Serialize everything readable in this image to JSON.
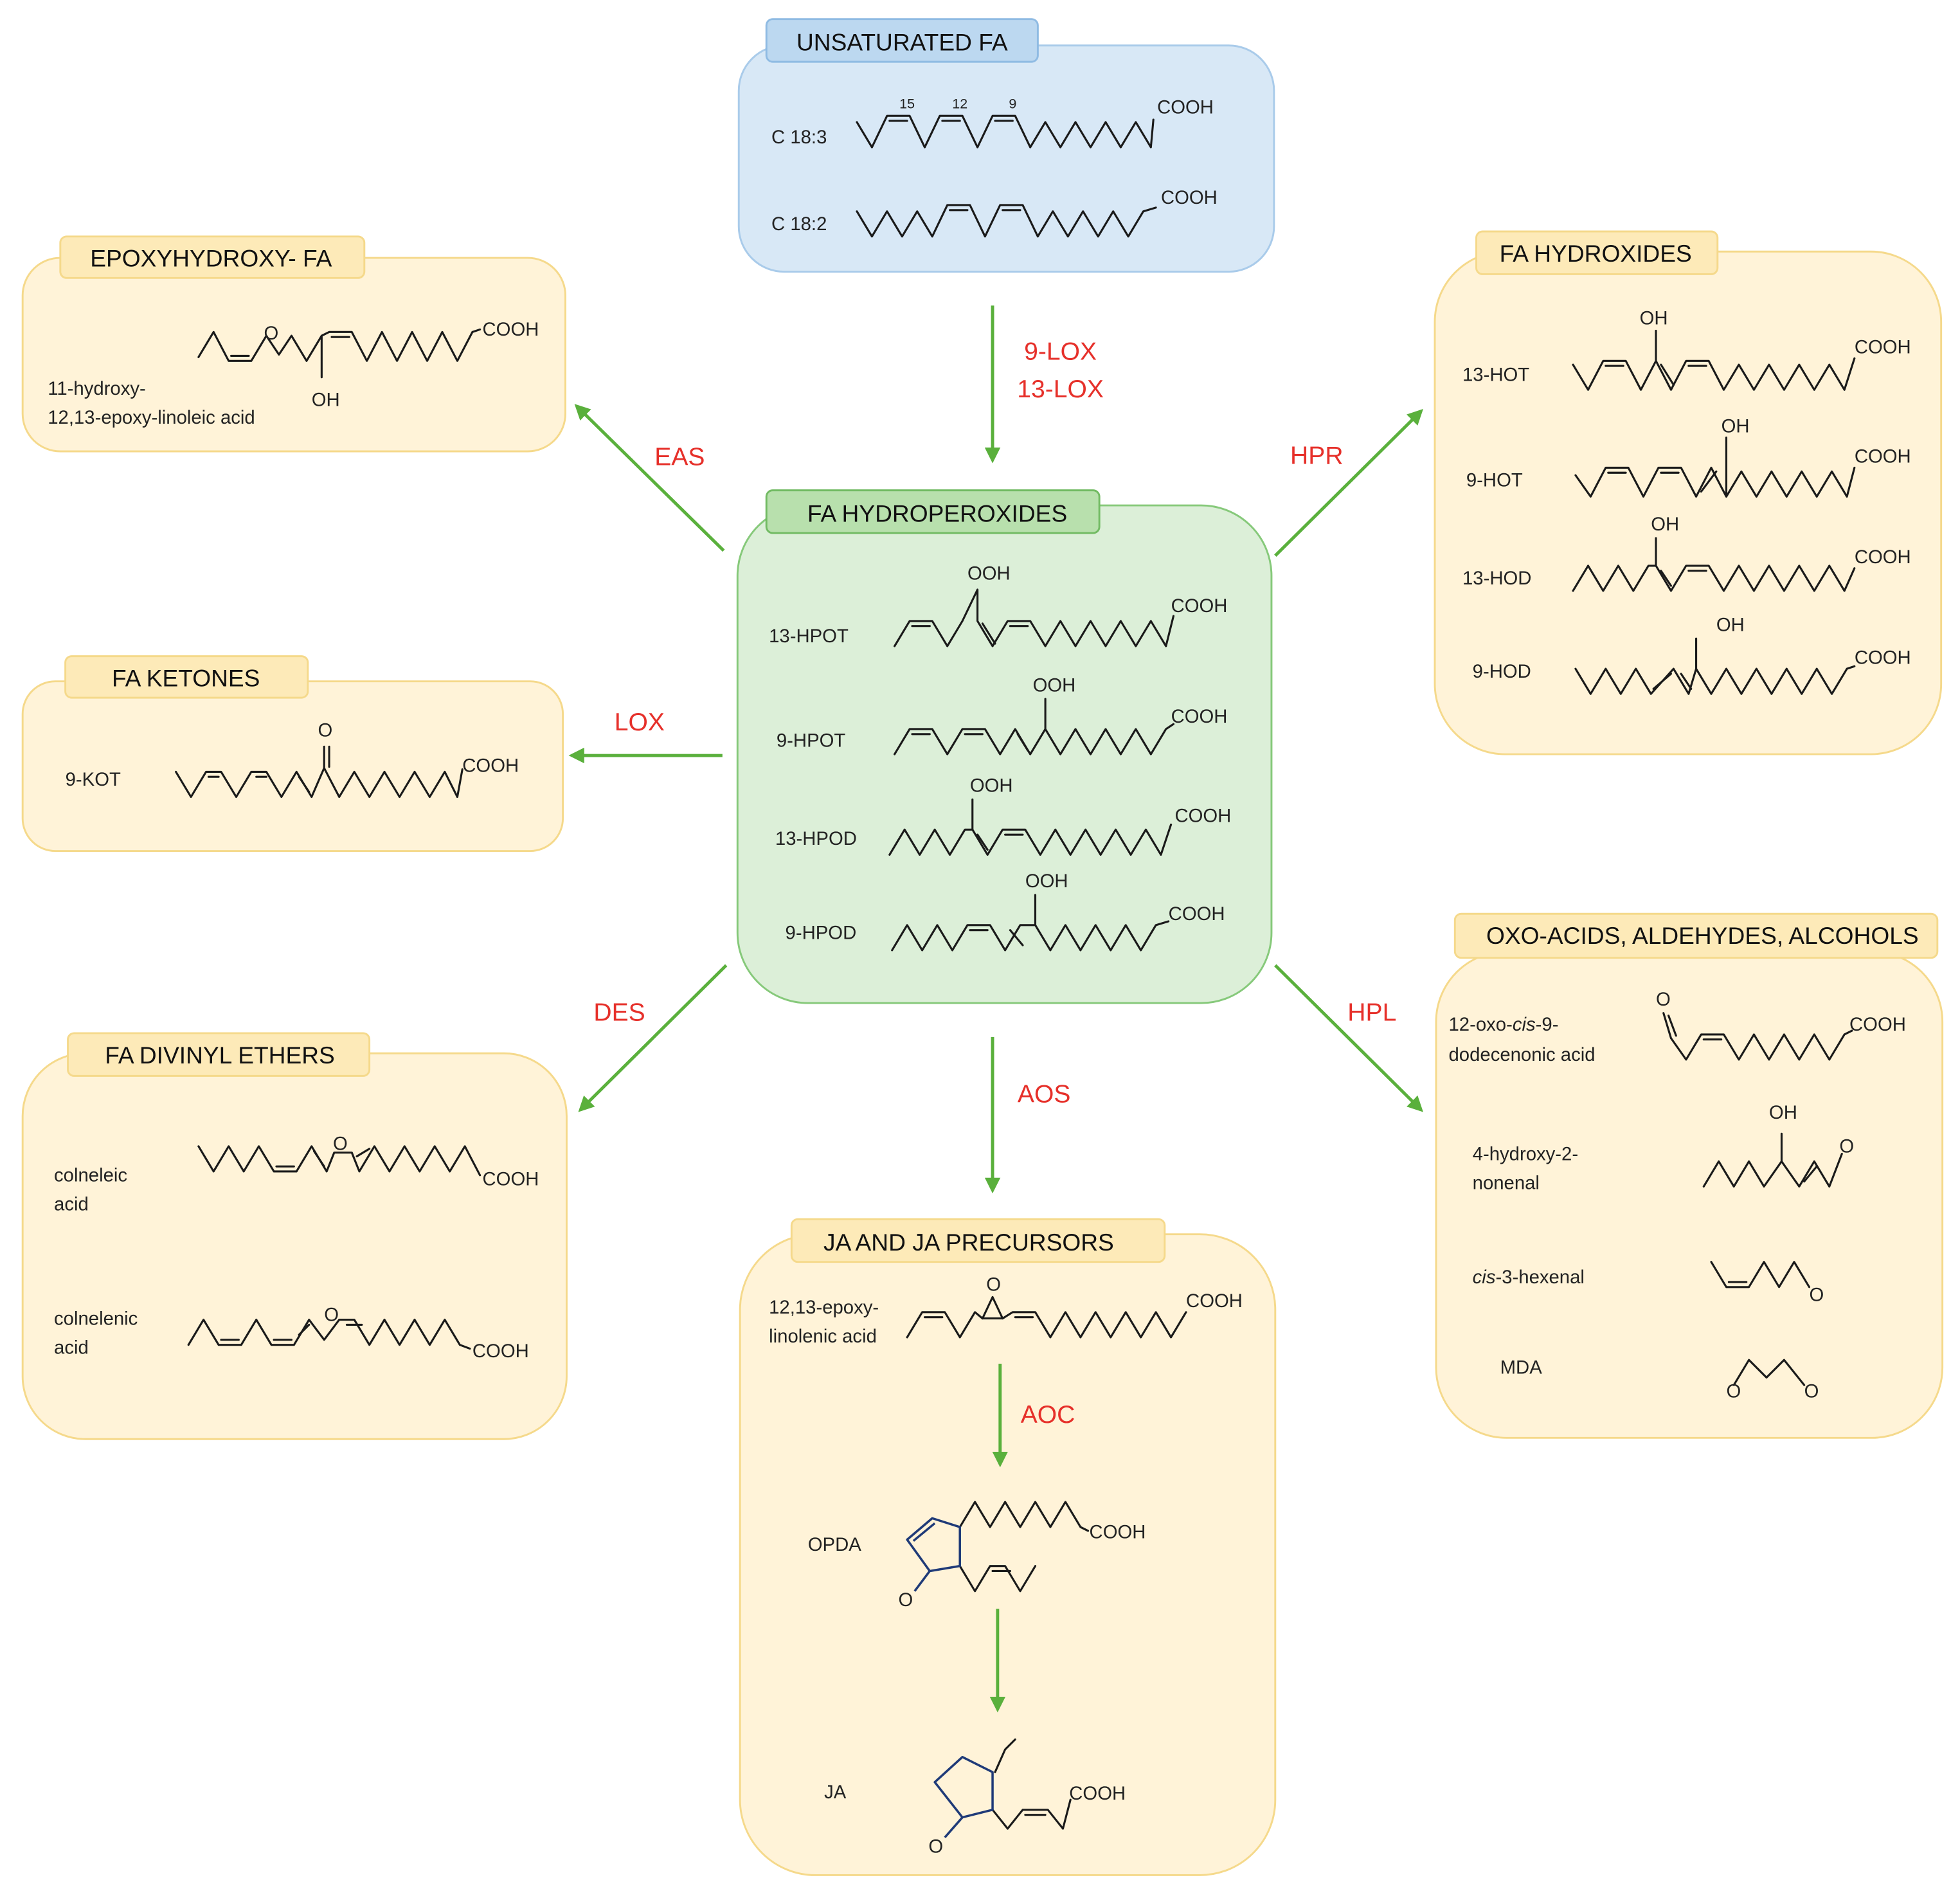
{
  "colors": {
    "arrow": "#5ab03c",
    "enzyme": "#e6302a",
    "yellow_fill": "#fff3d8",
    "yellow_stroke": "#f5d98b",
    "blue_fill": "#d8e8f6",
    "blue_stroke": "#a9cbea",
    "green_fill": "#dcefd8",
    "green_stroke": "#86c97a",
    "bond": "#1a1a1a",
    "ring": "#1f3a78"
  },
  "boxes": {
    "unsaturated": {
      "title": "UNSATURATED FA",
      "positions": [
        "15",
        "12",
        "9"
      ],
      "molecules": [
        {
          "label": "C 18:3",
          "group": "COOH"
        },
        {
          "label": "C 18:2",
          "group": "COOH"
        }
      ]
    },
    "hydroperoxides": {
      "title": "FA HYDROPEROXIDES",
      "molecules": [
        {
          "label": "13-HPOT",
          "sub": "OOH",
          "group": "COOH"
        },
        {
          "label": "9-HPOT",
          "sub": "OOH",
          "group": "COOH"
        },
        {
          "label": "13-HPOD",
          "sub": "OOH",
          "group": "COOH"
        },
        {
          "label": "9-HPOD",
          "sub": "OOH",
          "group": "COOH"
        }
      ]
    },
    "epoxyhydroxy": {
      "title": "EPOXYHYDROXY- FA",
      "label_1": "11-hydroxy-",
      "label_2": "12,13-epoxy-linoleic acid",
      "ring_atom": "O",
      "sub": "OH",
      "group": "COOH"
    },
    "ketones": {
      "title": "FA KETONES",
      "label": "9-KOT",
      "oxo": "O",
      "group": "COOH"
    },
    "divinyl": {
      "title": "FA DIVINYL ETHERS",
      "molecules": [
        {
          "label_1": "colneleic",
          "label_2": "acid",
          "ether": "O",
          "group": "COOH"
        },
        {
          "label_1": "colnelenic",
          "label_2": "acid",
          "ether": "O",
          "group": "COOH"
        }
      ]
    },
    "hydroxides": {
      "title": "FA HYDROXIDES",
      "molecules": [
        {
          "label": "13-HOT",
          "sub": "OH",
          "group": "COOH"
        },
        {
          "label": "9-HOT",
          "sub": "OH",
          "group": "COOH"
        },
        {
          "label": "13-HOD",
          "sub": "OH",
          "group": "COOH"
        },
        {
          "label": "9-HOD",
          "sub": "OH",
          "group": "COOH"
        }
      ]
    },
    "oxo": {
      "title": "OXO-ACIDS, ALDEHYDES, ALCOHOLS",
      "molecules": [
        {
          "label_1": "12-oxo-",
          "label_1_italic": "cis",
          "label_1_end": "-9-",
          "label_2": "dodecenonic acid",
          "oxo": "O",
          "group": "COOH"
        },
        {
          "label_1": "4-hydroxy-2-",
          "label_2": "nonenal",
          "sub": "OH",
          "oxo": "O"
        },
        {
          "label_italic": "cis",
          "label_rest": "-3-hexenal",
          "oxo": "O"
        },
        {
          "label": "MDA",
          "oxo": "O"
        }
      ]
    },
    "ja": {
      "title": "JA AND JA PRECURSORS",
      "epoxy": {
        "label_1": "12,13-epoxy-",
        "label_2": "linolenic acid",
        "ring_atom": "O",
        "group": "COOH"
      },
      "opda": {
        "label": "OPDA",
        "oxo": "O",
        "group": "COOH"
      },
      "ja": {
        "label": "JA",
        "oxo": "O",
        "group": "COOH"
      }
    }
  },
  "enzymes": {
    "lox9": "9-LOX",
    "lox13": "13-LOX",
    "eas": "EAS",
    "hpr": "HPR",
    "lox": "LOX",
    "des": "DES",
    "hpl": "HPL",
    "aos": "AOS",
    "aoc": "AOC"
  }
}
